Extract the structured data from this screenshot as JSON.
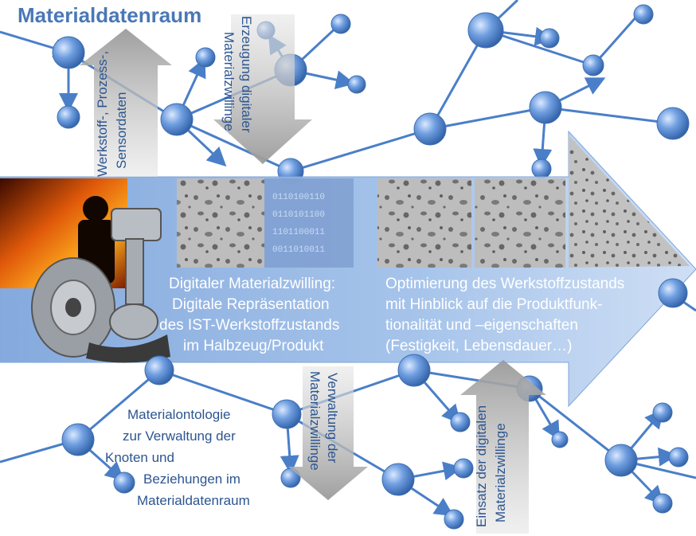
{
  "title": "Materialdatenraum",
  "arrows": {
    "sensor_data": [
      "Werkstoff-, Prozess-,",
      "Sensordaten"
    ],
    "generation": [
      "Erzeugung digitaler",
      "Materialzwillinge"
    ],
    "management": [
      "Verwaltung der",
      "Materialzwillinge"
    ],
    "usage": [
      "Einsatz der digitalen",
      "Materialzwillinge"
    ]
  },
  "band": {
    "left_text": [
      "Digitaler Materialzwilling:",
      "Digitale Repräsentation",
      "des IST-Werkstoffzustands",
      "im Halbzeug/Produkt"
    ],
    "right_text": [
      "Optimierung des Werkstoffzustands",
      "mit Hinblick auf die Produktfunk-",
      "tionalität und –eigenschaften",
      "(Festigkeit, Lebensdauer…)"
    ]
  },
  "ontology_text": [
    "Materialontologie",
    "zur Verwaltung der",
    "Knoten und",
    "Beziehungen im",
    "Materialdatenraum"
  ],
  "colors": {
    "title": "#4a78b6",
    "node": "#5a8ed6",
    "edge": "#4a7fc8",
    "band": "#8fb2e0",
    "text_dark": "#2c5590"
  },
  "icons": [
    "network-node-icon",
    "foundry-worker-image",
    "piston-image",
    "brake-disc-image",
    "microstructure-image",
    "binary-cube-image"
  ]
}
